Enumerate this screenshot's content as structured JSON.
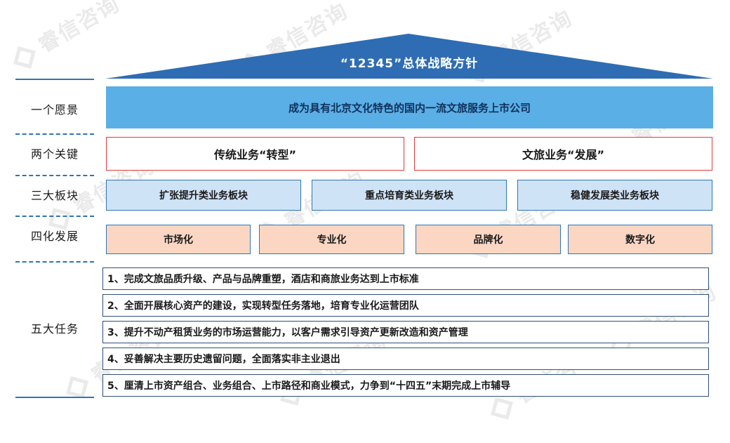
{
  "watermark": "睿信咨询",
  "roof_title": "“12345”总体战略方针",
  "labels": {
    "vision": "一个愿景",
    "keys": "两个关键",
    "sectors": "三大板块",
    "development": "四化发展",
    "tasks": "五大任务"
  },
  "vision": "成为具有北京文化特色的国内一流文旅服务上市公司",
  "keys": [
    "传统业务“转型”",
    "文旅业务“发展”"
  ],
  "sectors": [
    "扩张提升类业务板块",
    "重点培育类业务板块",
    "稳健发展类业务板块"
  ],
  "development": [
    "市场化",
    "专业化",
    "品牌化",
    "数字化"
  ],
  "tasks": [
    "1、完成文旅品质升级、产品与品牌重塑，酒店和商旅业务达到上市标准",
    "2、全面开展核心资产的建设，实现转型任务落地，培育专业化运营团队",
    "3、提升不动产租赁业务的市场运营能力，以客户需求引导资产更新改造和资产管理",
    "4、妥善解决主要历史遗留问题，全面落实非主业退出",
    "5、厘清上市资产组合、业务组合、上市路径和商业模式，力争到“十四五”末期完成上市辅导"
  ],
  "colors": {
    "roof": "#2e6db3",
    "vision": "#5aafe6",
    "key_border": "#e0393e",
    "sector_fill": "#cfe3f7",
    "development_fill": "#fbd7c3",
    "separator": "#2e75b6"
  }
}
